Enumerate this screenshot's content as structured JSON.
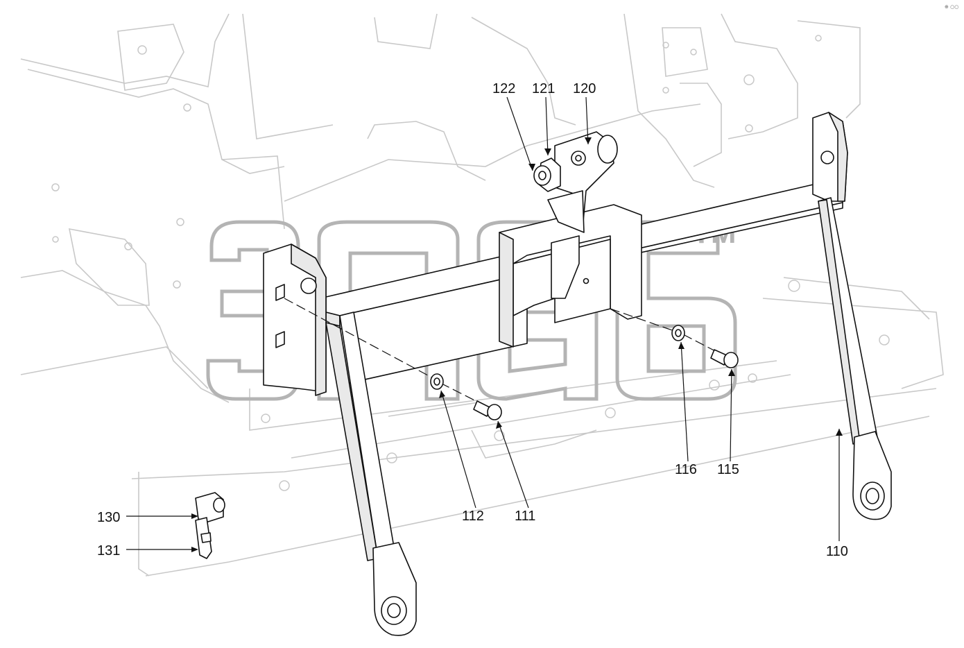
{
  "diagram": {
    "callouts": [
      {
        "id": "122",
        "label": "122"
      },
      {
        "id": "121",
        "label": "121"
      },
      {
        "id": "120",
        "label": "120"
      },
      {
        "id": "116",
        "label": "116"
      },
      {
        "id": "115",
        "label": "115"
      },
      {
        "id": "112",
        "label": "112"
      },
      {
        "id": "111",
        "label": "111"
      },
      {
        "id": "130",
        "label": "130"
      },
      {
        "id": "131",
        "label": "131"
      },
      {
        "id": "110",
        "label": "110"
      }
    ],
    "watermark": {
      "trademark": "TM"
    },
    "corner_mark": "⊕ ○○"
  }
}
